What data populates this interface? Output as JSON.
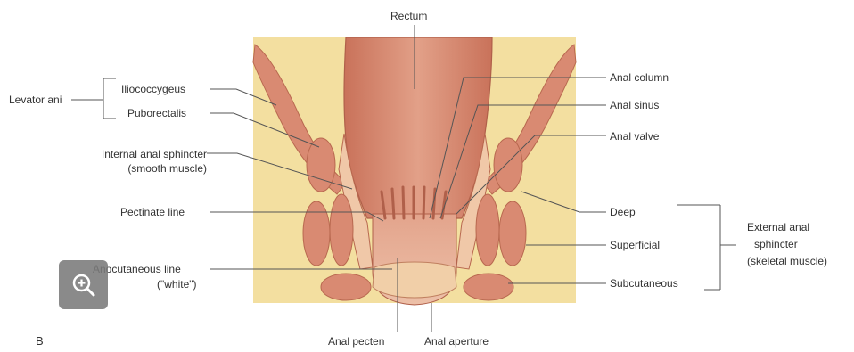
{
  "figure_letter": "B",
  "labels": {
    "rectum": "Rectum",
    "levator_ani": "Levator ani",
    "iliococcygeus": "Iliococcygeus",
    "puborectalis": "Puborectalis",
    "internal_sphincter_l1": "Internal anal sphincter",
    "internal_sphincter_l2": "(smooth muscle)",
    "pectinate_line": "Pectinate line",
    "anocutaneous_l1": "Anocutaneous line",
    "anocutaneous_l2": "(\"white\")",
    "anal_column": "Anal column",
    "anal_sinus": "Anal sinus",
    "anal_valve": "Anal valve",
    "deep": "Deep",
    "superficial": "Superficial",
    "subcutaneous": "Subcutaneous",
    "external_sphincter_l1": "External anal",
    "external_sphincter_l2": "sphincter",
    "external_sphincter_l3": "(skeletal muscle)",
    "anal_pecten": "Anal pecten",
    "anal_aperture": "Anal aperture"
  },
  "zoom_icon": "zoom-in-icon",
  "colors": {
    "fat": "#f3dfa0",
    "muscle": "#d98a72",
    "rectum": "#d4876a",
    "line": "#555555"
  }
}
